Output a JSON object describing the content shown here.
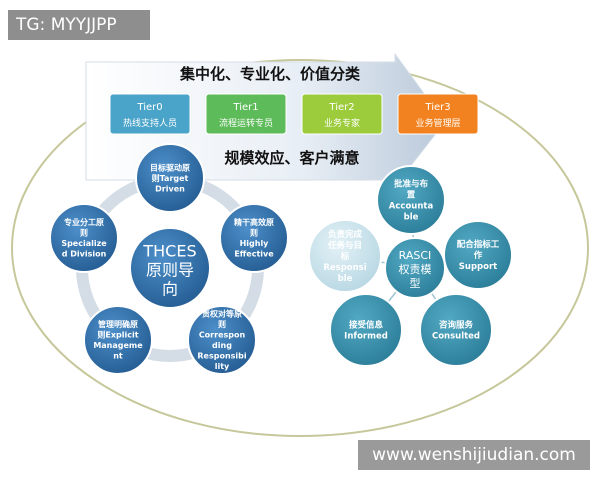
{
  "watermarks": {
    "top": "TG: MYYJJPP",
    "bottom": "www.wenshijiudian.com"
  },
  "banner": {
    "top_text": "集中化、专业化、价值分类",
    "bottom_text": "规模效应、客户满意"
  },
  "tiers": [
    {
      "name": "Tier0",
      "desc": "热线支持人员",
      "color": "#4aa3c8"
    },
    {
      "name": "Tier1",
      "desc": "流程运转专员",
      "color": "#5dbb5a"
    },
    {
      "name": "Tier2",
      "desc": "业务专家",
      "color": "#9ccb3b"
    },
    {
      "name": "Tier3",
      "desc": "业务管理层",
      "color": "#f2821f"
    }
  ],
  "thces": {
    "center": [
      "THCES",
      "原则导",
      "向"
    ],
    "nodes": [
      [
        "目标驱动原",
        "则Target",
        "Driven"
      ],
      [
        "精干高效原",
        "则",
        "Highly",
        "Effective"
      ],
      [
        "责权对等原",
        "则",
        "Correspon",
        "ding",
        "Responsibi",
        "lity"
      ],
      [
        "管理明确原",
        "则Explicit",
        "Manageme",
        "nt"
      ],
      [
        "专业分工原",
        "则",
        "Specialize",
        "d Division"
      ]
    ]
  },
  "rasci": {
    "center": [
      "RASCI",
      "权责模",
      "型"
    ],
    "nodes": [
      [
        "批准与布",
        "置",
        "Accounta",
        "ble"
      ],
      [
        "配合指标工",
        "作",
        "Support"
      ],
      [
        "咨询服务",
        "Consulted"
      ],
      [
        "接受信息",
        "Informed"
      ],
      [
        "负责完成",
        "任务与目",
        "标",
        "Responsi",
        "ble"
      ]
    ]
  },
  "colors": {
    "thces": "#2e6fa8",
    "thces_ring": "#d4dde6",
    "rasci": "#3a8ea9",
    "rasci_pale": "#c9e3ec",
    "oval": "#c6c79a"
  }
}
